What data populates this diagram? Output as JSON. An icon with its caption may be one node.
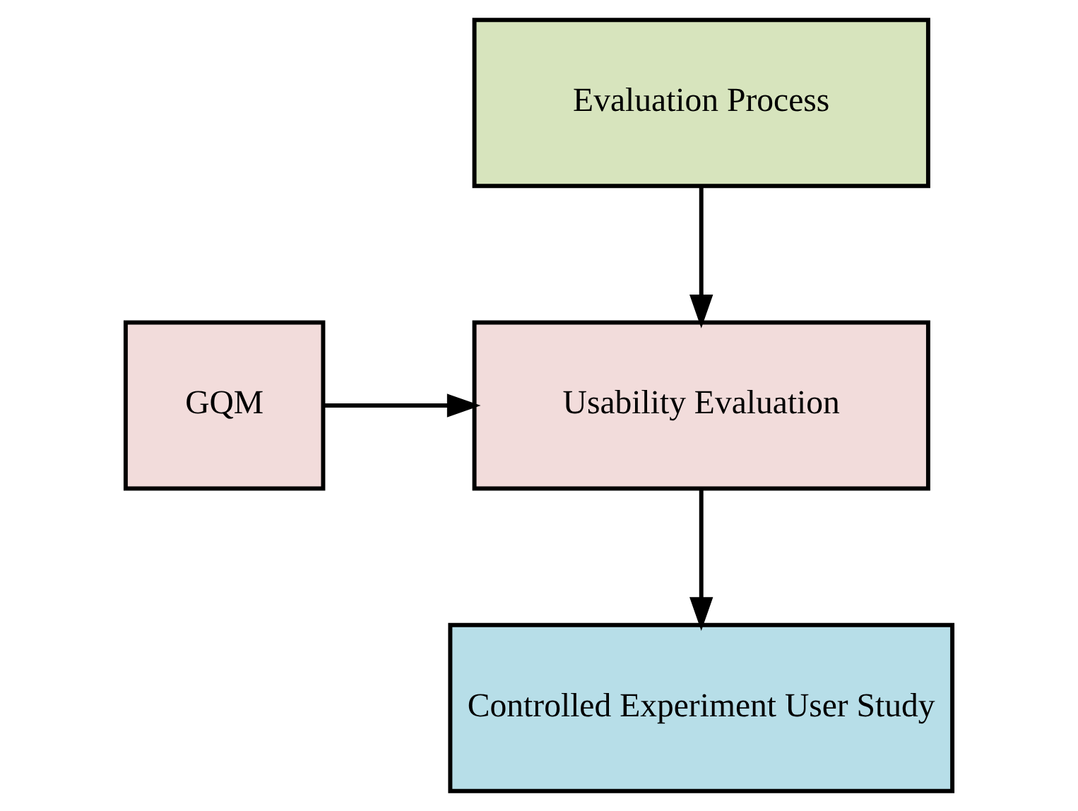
{
  "diagram": {
    "nodes": [
      {
        "text": [
          "Evaluation Process"
        ]
      },
      {
        "text": [
          "Usability Evaluation"
        ]
      },
      {
        "text": [
          "GQM"
        ]
      },
      {
        "text": [
          "Controlled Experiment User Study"
        ]
      }
    ],
    "edges": [
      {
        "from": 0,
        "to": 1,
        "arrow": "to"
      },
      {
        "from": 2,
        "to": 1,
        "arrow": "to"
      },
      {
        "from": 1,
        "to": 3,
        "arrow": "to"
      }
    ]
  }
}
